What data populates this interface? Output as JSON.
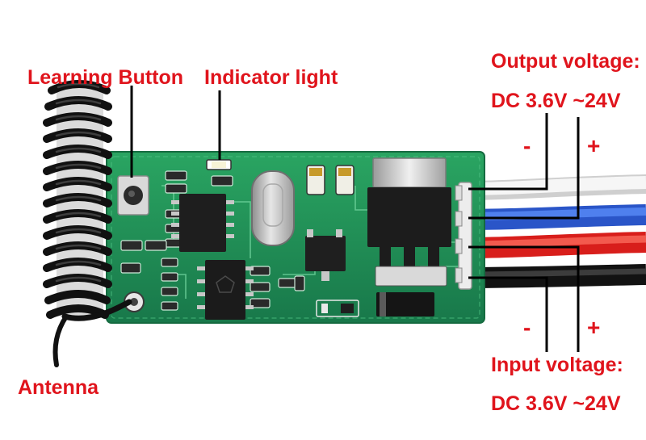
{
  "labels": {
    "learning_button": "Learning Button",
    "indicator_light": "Indicator light",
    "antenna": "Antenna",
    "output_voltage_title": "Output voltage:",
    "output_voltage_range": "DC 3.6V ~24V",
    "input_voltage_title": "Input voltage:",
    "input_voltage_range": "DC 3.6V ~24V",
    "output_minus": "-",
    "output_plus": "+",
    "input_minus": "-",
    "input_plus": "+"
  },
  "colors": {
    "label_red": "#e0141c",
    "pcb_green": "#1f8f52",
    "wire_white": "#f2f2f2",
    "wire_blue": "#2f5fd6",
    "wire_red": "#e52420",
    "wire_black": "#1a1a1a"
  }
}
